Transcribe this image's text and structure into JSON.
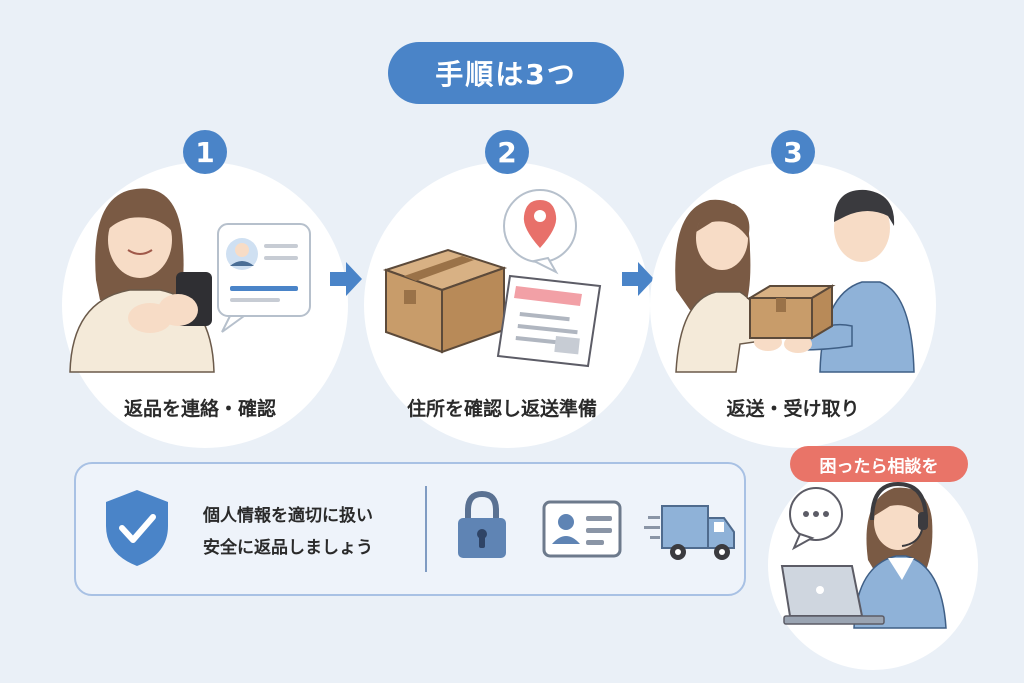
{
  "title": "手順は3つ",
  "steps": [
    {
      "number": "1",
      "label": "返品を連絡・確認"
    },
    {
      "number": "2",
      "label": "住所を確認し返送準備"
    },
    {
      "number": "3",
      "label": "返送・受け取り"
    }
  ],
  "info": {
    "line1": "個人情報を適切に扱い",
    "line2": "安全に返品しましょう"
  },
  "help": {
    "label": "困ったら相談を"
  },
  "colors": {
    "accent": "#4a84c8",
    "help": "#e97468",
    "background": "#eaf0f7",
    "box": "#c89c6a"
  }
}
